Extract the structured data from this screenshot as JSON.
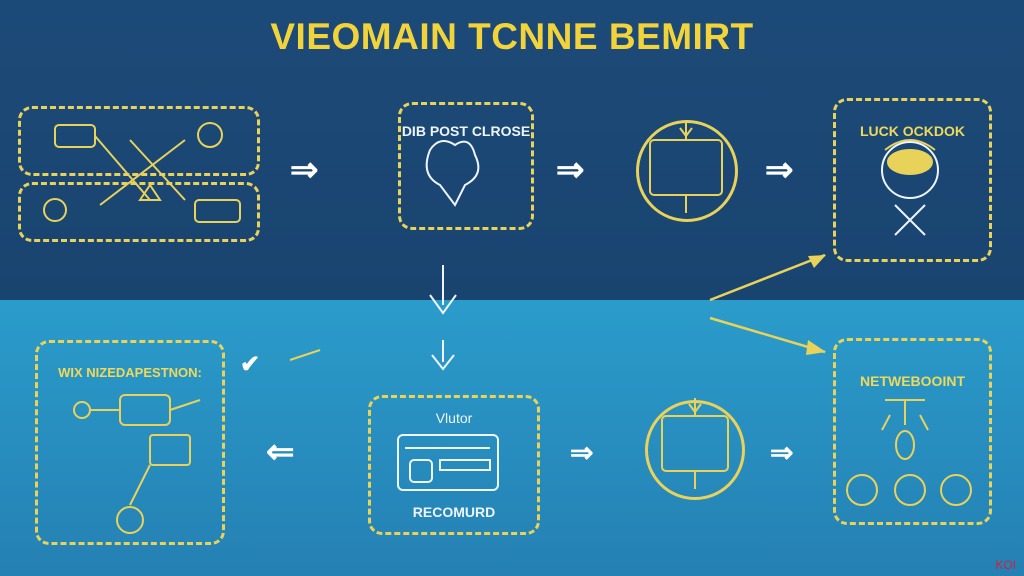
{
  "title": "VIEOMAIN TCNNE BEMIRT",
  "nodes": {
    "post_close": "DIB POST CLROSE",
    "lock": "LUCK OCKDOK",
    "network_node": "NETWEBOOINT",
    "wix": "WIX NIZEDAPESTNON:",
    "vlutor": "Vlutor",
    "recomurd": "RECOMURD"
  },
  "watermark": "KOI",
  "colors": {
    "accent": "#e8d25a",
    "top_bg": "#1c4a78",
    "bottom_bg": "#2a9ccb"
  }
}
